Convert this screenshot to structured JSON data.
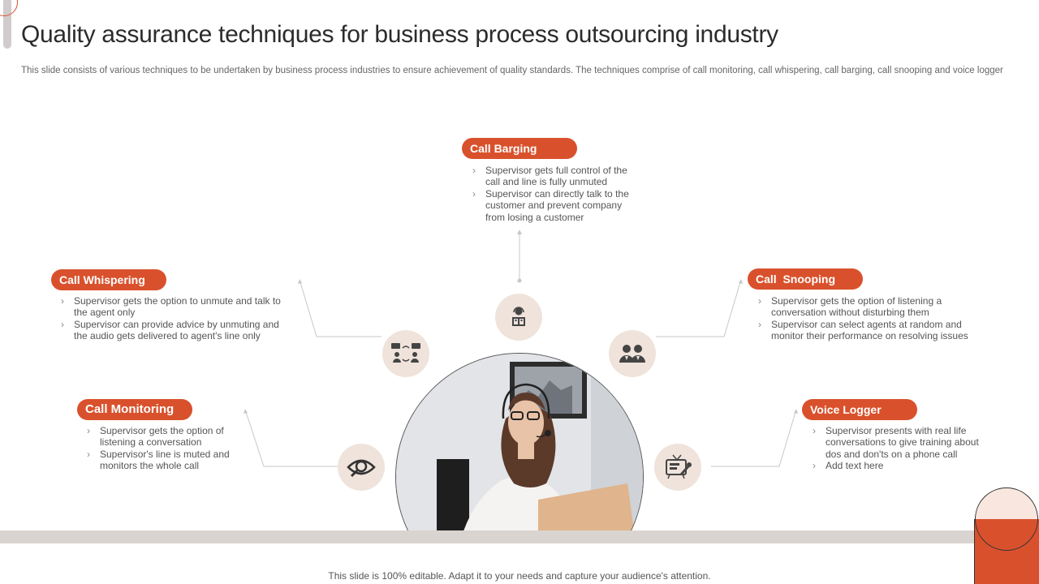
{
  "title": "Quality assurance techniques for business process outsourcing industry",
  "subtitle": "This slide consists of various techniques to be undertaken by business process industries to ensure achievement of quality standards. The techniques comprise of call monitoring, call whispering, call barging, call snooping and voice logger",
  "accent_color": "#d9512c",
  "icon_bg_color": "#efe3db",
  "sections": {
    "call_barging": {
      "label": "Call Barging",
      "bullets": [
        "Supervisor gets full control of the call and line is fully unmuted",
        "Supervisor can directly talk to the customer and prevent company from losing a customer"
      ],
      "icon": "headset-agent-icon"
    },
    "call_whispering": {
      "label": "Call Whispering",
      "bullets": [
        "Supervisor gets the option to unmute and talk to the agent only",
        "Supervisor can provide advice by unmuting and the audio gets delivered to agent's line only"
      ],
      "icon": "people-exchange-icon"
    },
    "call_snooping": {
      "label": "Call  Snooping",
      "bullets": [
        "Supervisor gets the option of listening a conversation without disturbing them",
        "Supervisor can select agents at random and monitor their performance on resolving issues"
      ],
      "icon": "two-people-icon"
    },
    "call_monitoring": {
      "label": "Call Monitoring",
      "bullets": [
        "Supervisor gets the option of listening a conversation",
        "Supervisor's line is muted and monitors the whole call"
      ],
      "icon": "eye-magnifier-icon"
    },
    "voice_logger": {
      "label": "Voice Logger",
      "bullets": [
        "Supervisor presents with real life conversations to give training about dos and don'ts on a phone call",
        "Add text here"
      ],
      "icon": "tv-microphone-icon"
    }
  },
  "footer": "This slide is 100% editable. Adapt it to your needs and capture your audience's attention."
}
